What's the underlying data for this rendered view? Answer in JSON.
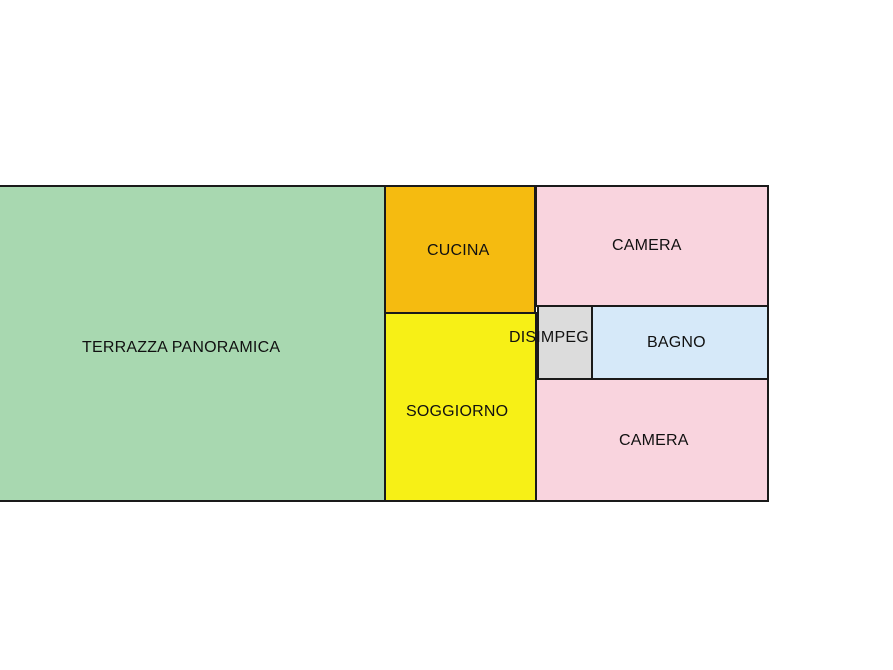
{
  "floorplan": {
    "rooms": [
      {
        "id": "terrazza",
        "label": "TERRAZZA PANORAMICA",
        "color": "#a8d8b0"
      },
      {
        "id": "cucina",
        "label": "CUCINA",
        "color": "#f5bb10"
      },
      {
        "id": "soggiorno",
        "label": "SOGGIORNO",
        "color": "#f7f016"
      },
      {
        "id": "camera_top",
        "label": "CAMERA",
        "color": "#f9d4de"
      },
      {
        "id": "disimpegno",
        "label": "DISIMPEG",
        "color": "#dcdcdc"
      },
      {
        "id": "bagno",
        "label": "BAGNO",
        "color": "#d6e9f9"
      },
      {
        "id": "camera_bot",
        "label": "CAMERA",
        "color": "#f9d4de"
      }
    ]
  }
}
